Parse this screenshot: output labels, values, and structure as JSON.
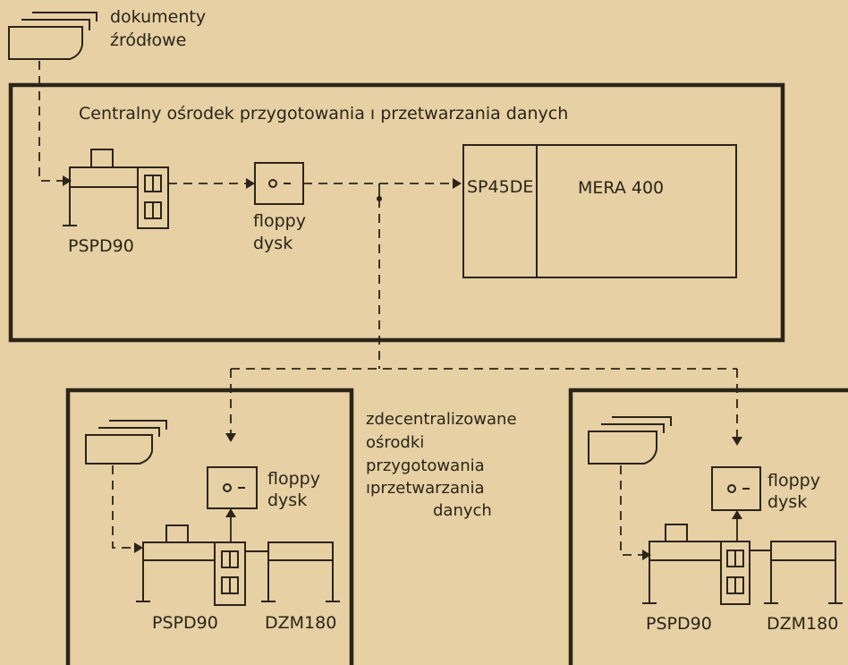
{
  "source_docs": {
    "line1": "dokumenty",
    "line2": "źródłowe"
  },
  "central": {
    "title": "Centralny ośrodek przygotowania ı przetwarzania danych"
  },
  "device_labels": {
    "pspd": "PSPD90",
    "floppy_line1": "floppy",
    "floppy_line2": "dysk",
    "sp45de": "SP45DE",
    "mera": "MERA 400",
    "dzm": "DZM180"
  },
  "decentral": {
    "line1": "zdecentralizowane",
    "line2": "ośrodki",
    "line3": "przygotowania",
    "line4": "ıprzetwarzania",
    "line5": "danych"
  },
  "colors": {
    "background": "#e6d0a4",
    "ink": "#2b2418"
  }
}
